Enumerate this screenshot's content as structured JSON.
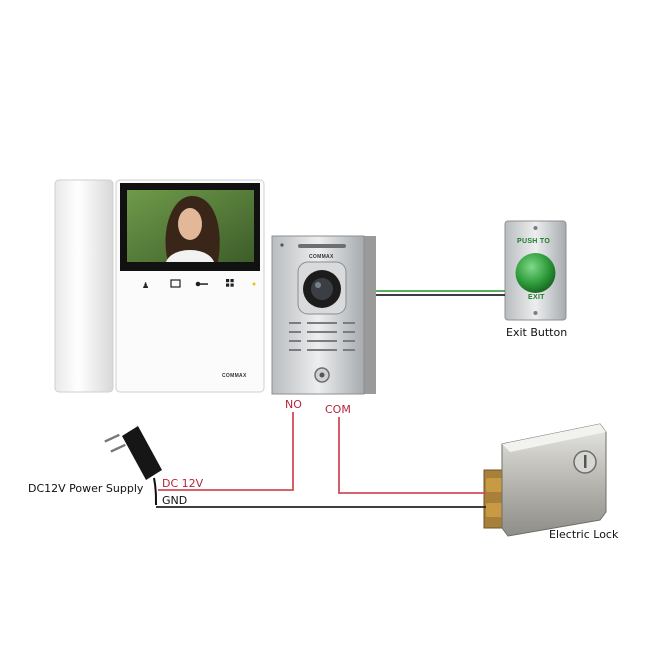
{
  "labels": {
    "exit_button": "Exit Button",
    "electric_lock": "Electric Lock",
    "power_supply": "DC12V Power Supply",
    "dc12v": "DC 12V",
    "gnd": "GND",
    "no": "NO",
    "com": "COM"
  },
  "device_text": {
    "monitor_brand": "COMMAX",
    "door_station_brand": "COMMAX",
    "push_to": "PUSH TO",
    "exit": "EXIT"
  },
  "colors": {
    "wire_red": "#d24b5a",
    "wire_black": "#222222",
    "wire_green": "#3fa24a",
    "button_green": "#2e9c3a",
    "label_red": "#b3263a"
  }
}
